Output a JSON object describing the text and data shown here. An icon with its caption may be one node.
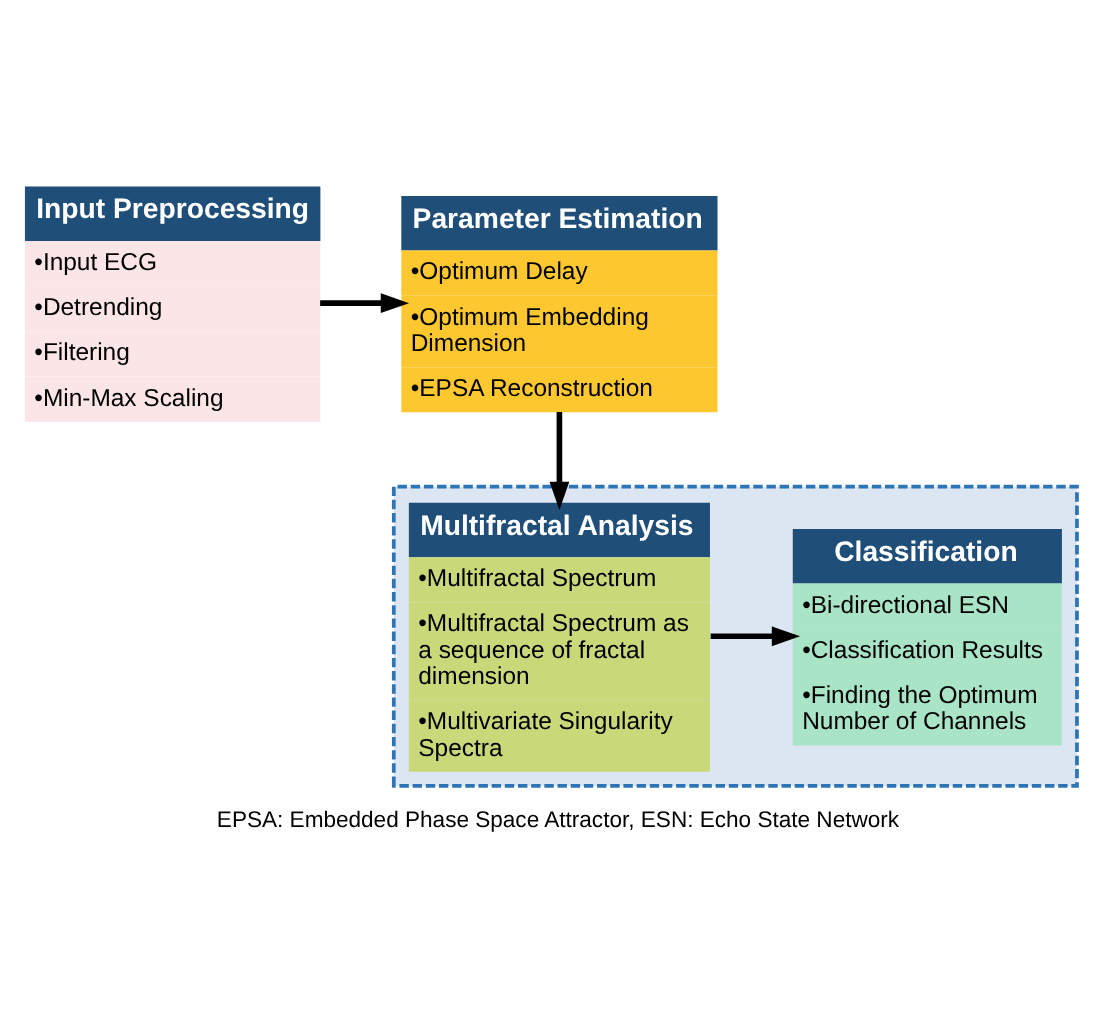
{
  "diagram": {
    "caption": "EPSA: Embedded Phase Space Attractor, ESN: Echo State Network",
    "nodes": [
      {
        "text": [
          "Input Preprocessing",
          "•Input ECG",
          "•Detrending",
          "•Filtering",
          "•Min-Max Scaling"
        ]
      },
      {
        "text": [
          "Parameter Estimation",
          "•Optimum Delay",
          "•Optimum Embedding Dimension",
          "•EPSA Reconstruction"
        ]
      },
      {
        "text": [],
        "shape": "box"
      },
      {
        "text": [
          "Multifractal Analysis",
          "•Multifractal Spectrum",
          "•Multifractal Spectrum as a sequence of fractal dimension",
          "•Multivariate Singularity Spectra"
        ],
        "in": 2
      },
      {
        "text": [
          "Classification",
          "•Bi-directional ESN",
          "•Classification Results",
          "•Finding the Optimum Number of Channels"
        ],
        "in": 2
      }
    ],
    "edges": [
      {
        "from": 0,
        "to": 1,
        "arrow": "to"
      },
      {
        "from": 1,
        "to": 3,
        "arrow": "to"
      },
      {
        "from": 3,
        "to": 4,
        "arrow": "to"
      }
    ]
  }
}
